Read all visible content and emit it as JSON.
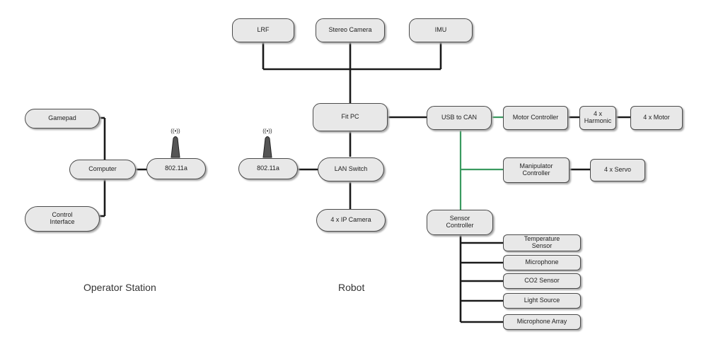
{
  "nodes": {
    "lrf": "LRF",
    "stereo_camera": "Stereo Camera",
    "imu": "IMU",
    "fit_pc": "Fit PC",
    "usb_to_can": "USB to CAN",
    "motor_controller": "Motor Controller",
    "harmonic_drive": "4 x\nHarmonic",
    "motor": "4 x Motor",
    "manipulator_controller": "Manipulator\nController",
    "servo": "4 x Servo",
    "gamepad": "Gamepad",
    "computer": "Computer",
    "control_interface": "Control\nInterface",
    "wifi_operator": "802.11a",
    "wifi_robot": "802.11a",
    "lan_switch": "LAN Switch",
    "ip_camera": "4 x IP Camera",
    "sensor_controller": "Sensor\nController",
    "temperature_sensor": "Temperature\nSensor",
    "microphone": "Microphone",
    "co2_sensor": "CO2 Sensor",
    "light_source": "Light Source",
    "microphone_array": "Microphone Array"
  },
  "labels": {
    "operator_station": "Operator Station",
    "robot": "Robot"
  },
  "colors": {
    "line_black": "#1a1a1a",
    "line_green": "#3a9a60",
    "node_fill": "#e8e8e8"
  }
}
